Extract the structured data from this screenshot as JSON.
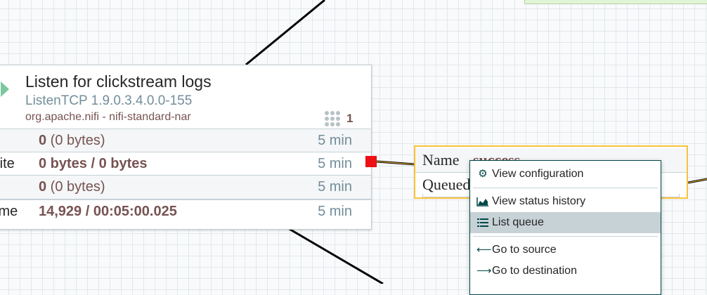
{
  "colors": {
    "accent": "#004849",
    "value": "#775351",
    "muted": "#728e9b",
    "run": "#7dc7a0",
    "warning": "#ec0f13",
    "selected_border": "#fbc23a"
  },
  "processor": {
    "title": "Listen for clickstream logs",
    "type": "ListenTCP 1.9.0.3.4.0.0-155",
    "bundle": "org.apache.nifi - nifi-standard-nar",
    "run_status_icon": "play-icon",
    "tasks_icon": "threads-icon",
    "active_tasks": "1",
    "stats": [
      {
        "label": "",
        "value": "0",
        "value_suffix": " (0 bytes)",
        "time": "5 min"
      },
      {
        "label": "rite",
        "value": "0 bytes / 0 bytes",
        "value_suffix": "",
        "time": "5 min"
      },
      {
        "label": "",
        "value": "0",
        "value_suffix": " (0 bytes)",
        "time": "5 min"
      },
      {
        "label": "ime",
        "value": "14,929 / 00:05:00.025",
        "value_suffix": "",
        "time": "5 min"
      }
    ]
  },
  "connection": {
    "name_label": "Name",
    "name_value": "success",
    "queued_label": "Queued"
  },
  "context_menu": {
    "items": [
      {
        "icon": "gear-icon",
        "label": "View configuration"
      },
      {
        "icon": "area-chart-icon",
        "label": "View status history"
      },
      {
        "icon": "list-icon",
        "label": "List queue"
      },
      {
        "icon": "arrow-left-icon",
        "label": "Go to source"
      },
      {
        "icon": "arrow-right-icon",
        "label": "Go to destination"
      }
    ]
  }
}
